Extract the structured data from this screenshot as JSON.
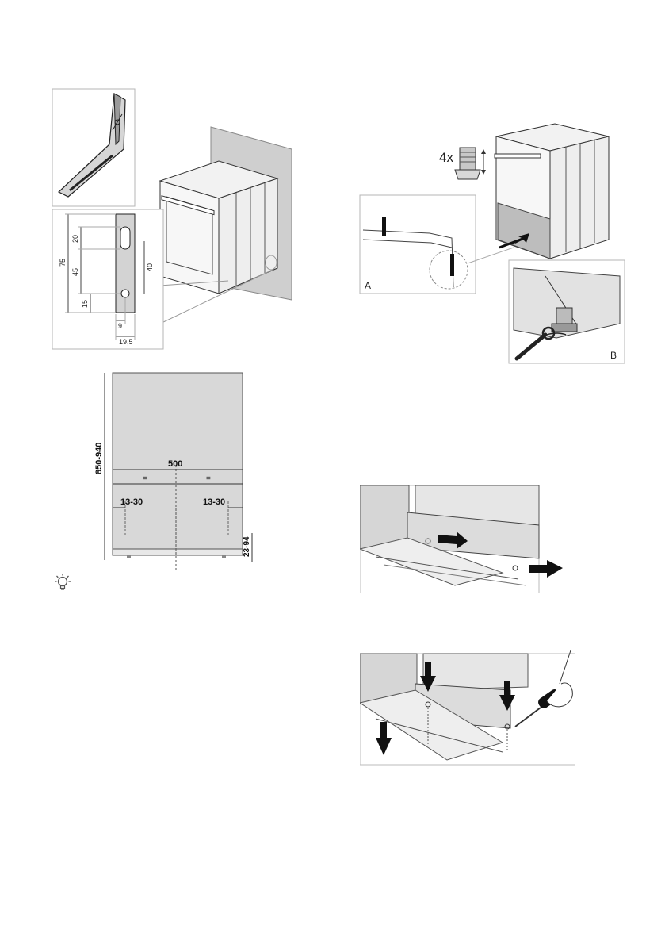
{
  "bracket_dimensions": {
    "slot_height": "20",
    "total_height": "75",
    "hole_spacing": "45",
    "hole_offset": "15",
    "side_height": "40",
    "hole_x": "9",
    "width": "19,5"
  },
  "installation_dimensions": {
    "height_range": "850-940",
    "width": "500",
    "equal_left": "=",
    "equal_right": "=",
    "offset_left": "13-30",
    "offset_right": "13-30",
    "bracket_height": "23-94"
  },
  "feet": {
    "quantity": "4x",
    "detail_a": "A",
    "detail_b": "B"
  },
  "icons": {
    "tip": "lightbulb-icon"
  }
}
